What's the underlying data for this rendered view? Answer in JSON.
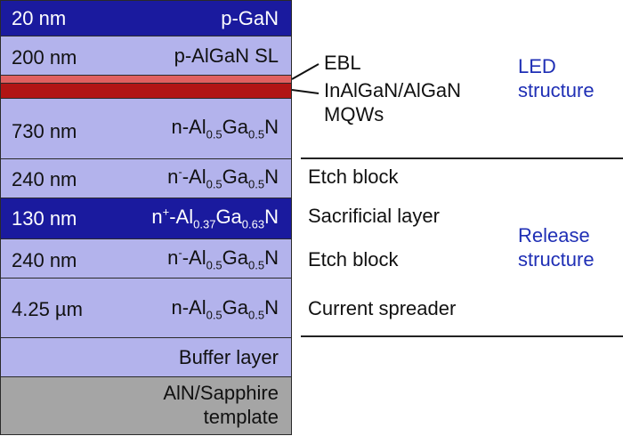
{
  "layers": [
    {
      "thickness": "20 nm",
      "material": "p-GaN"
    },
    {
      "thickness": "200 nm",
      "material": "p-AlGaN SL"
    },
    {
      "thickness": "730 nm",
      "mat_base1": "n-Al",
      "mat_sub1": "0.5",
      "mat_base2": "Ga",
      "mat_sub2": "0.5",
      "mat_base3": "N"
    },
    {
      "thickness": "240 nm",
      "mat_pre": "n",
      "mat_sup": "-",
      "mat_base1": "-Al",
      "mat_sub1": "0.5",
      "mat_base2": "Ga",
      "mat_sub2": "0.5",
      "mat_base3": "N"
    },
    {
      "thickness": "130 nm",
      "mat_pre": "n",
      "mat_sup": "+",
      "mat_base1": "-Al",
      "mat_sub1": "0.37",
      "mat_base2": "Ga",
      "mat_sub2": "0.63",
      "mat_base3": "N"
    },
    {
      "thickness": "240 nm",
      "mat_pre": "n",
      "mat_sup": "-",
      "mat_base1": "-Al",
      "mat_sub1": "0.5",
      "mat_base2": "Ga",
      "mat_sub2": "0.5",
      "mat_base3": "N"
    },
    {
      "thickness": "4.25 µm",
      "mat_base1": "n-Al",
      "mat_sub1": "0.5",
      "mat_base2": "Ga",
      "mat_sub2": "0.5",
      "mat_base3": "N"
    },
    {
      "material": "Buffer layer"
    },
    {
      "material_line1": "AlN/Sapphire",
      "material_line2": "template"
    }
  ],
  "callouts": {
    "ebl": "EBL",
    "mqw_line1": "InAlGaN/AlGaN",
    "mqw_line2": "MQWs",
    "etch_block_top": "Etch block",
    "sacrificial": "Sacrificial layer",
    "etch_block_bottom": "Etch block",
    "current_spreader": "Current spreader"
  },
  "structures": {
    "led_line1": "LED",
    "led_line2": "structure",
    "release_line1": "Release",
    "release_line2": "structure"
  },
  "colors": {
    "dark_layer": "#1a1a9e",
    "light_layer": "#b3b3ec",
    "template_layer": "#a5a5a5",
    "mqw_layer": "#b11515",
    "ebl_layer": "#e06060",
    "structure_label": "#1f2fb5"
  }
}
